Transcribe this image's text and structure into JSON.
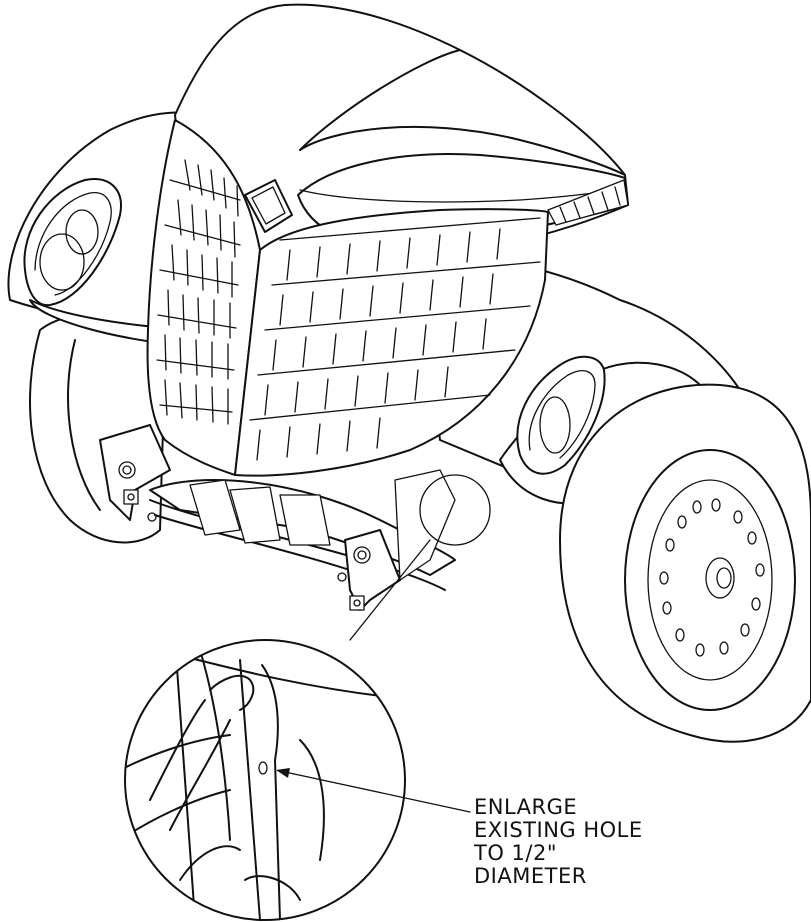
{
  "callout": {
    "lines": [
      "ENLARGE",
      "EXISTING HOLE",
      "TO 1/2\"",
      "DIAMETER"
    ]
  },
  "colors": {
    "line": "#111111",
    "background": "#ffffff"
  }
}
